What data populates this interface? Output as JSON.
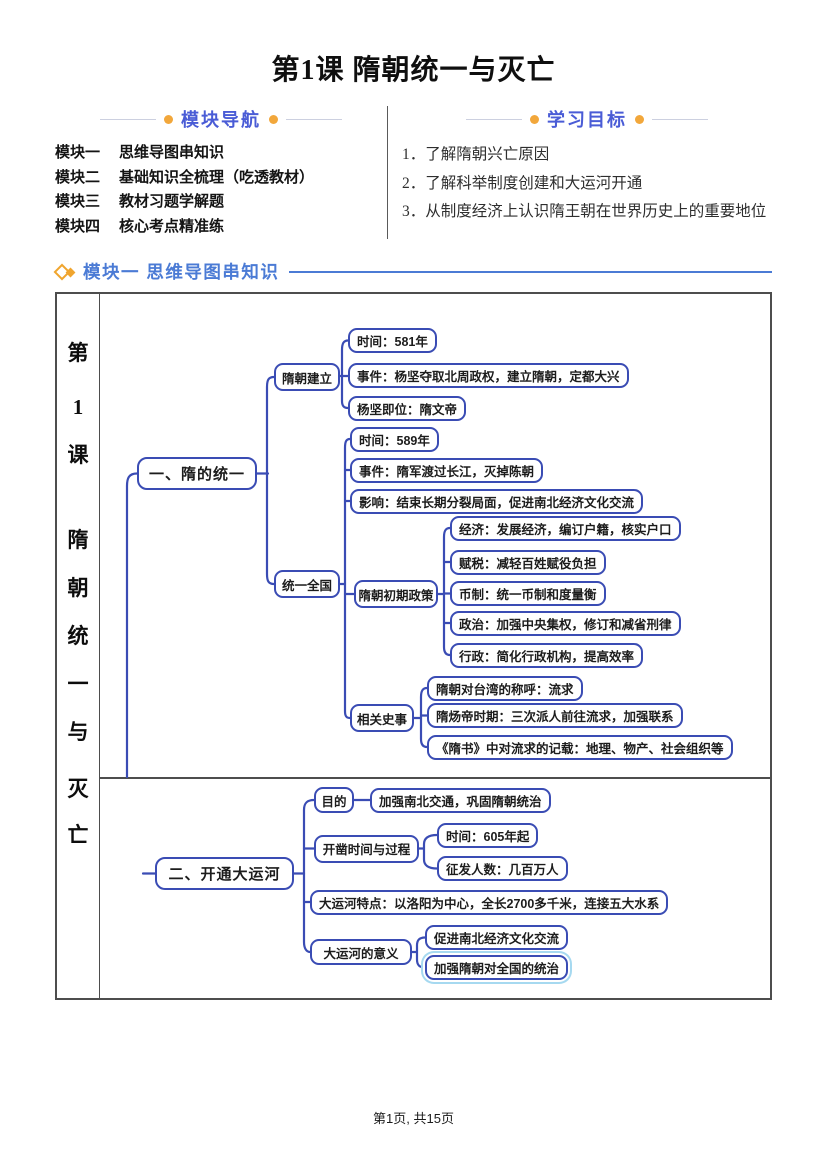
{
  "page": {
    "title": "第1课 隋朝统一与灭亡",
    "footer": "第1页, 共15页"
  },
  "module_nav": {
    "heading": "模块导航",
    "items": [
      {
        "num": "模块一",
        "label": "思维导图串知识"
      },
      {
        "num": "模块二",
        "label": "基础知识全梳理（吃透教材）"
      },
      {
        "num": "模块三",
        "label": "教材习题学解题"
      },
      {
        "num": "模块四",
        "label": "核心考点精准练"
      }
    ]
  },
  "objectives": {
    "heading": "学习目标",
    "items": [
      "1．了解隋朝兴亡原因",
      "2．了解科举制度创建和大运河开通",
      "3．从制度经济上认识隋王朝在世界历史上的重要地位"
    ]
  },
  "section": {
    "heading": "模块一 思维导图串知识"
  },
  "mindmap": {
    "root_chars": [
      "第",
      "1",
      "课",
      "隋",
      "朝",
      "统",
      "一",
      "与",
      "灭",
      "亡"
    ],
    "branch1": {
      "label": "一、隋的统一",
      "jianli": {
        "label": "隋朝建立",
        "time": "时间：581年",
        "event": "事件：杨坚夺取北周政权，建立隋朝，定都大兴",
        "jiwei": "杨坚即位：隋文帝"
      },
      "tongyi": {
        "label": "统一全国",
        "time": "时间：589年",
        "event": "事件：隋军渡过长江，灭掉陈朝",
        "impact": "影响：结束长期分裂局面，促进南北经济文化交流"
      },
      "zhengce": {
        "label": "隋朝初期政策",
        "economy": "经济：发展经济，编订户籍，核实户口",
        "tax": "赋税：减轻百姓赋役负担",
        "currency": "币制：统一币制和度量衡",
        "politics": "政治：加强中央集权，修订和减省刑律",
        "admin": "行政：简化行政机构，提高效率"
      },
      "shishi": {
        "label": "相关史事",
        "item1": "隋朝对台湾的称呼：流求",
        "item2": "隋炀帝时期：三次派人前往流求，加强联系",
        "item3": "《隋书》中对流求的记载：地理、物产、社会组织等"
      }
    },
    "branch2": {
      "label": "二、开通大运河",
      "mudi": {
        "label": "目的",
        "item": "加强南北交通，巩固隋朝统治"
      },
      "kaizao": {
        "label": "开凿时间与过程",
        "time": "时间：605年起",
        "people": "征发人数：几百万人"
      },
      "tedian": "大运河特点：以洛阳为中心，全长2700多千米，连接五大水系",
      "yiyi": {
        "label": "大运河的意义",
        "item1": "促进南北经济文化交流",
        "item2": "加强隋朝对全国的统治"
      }
    }
  },
  "colors": {
    "node_blue": "#3a4cb4",
    "heading_blue": "#4a5cd6",
    "section_blue": "#4b7bd5",
    "accent_orange": "#f2a73b"
  }
}
